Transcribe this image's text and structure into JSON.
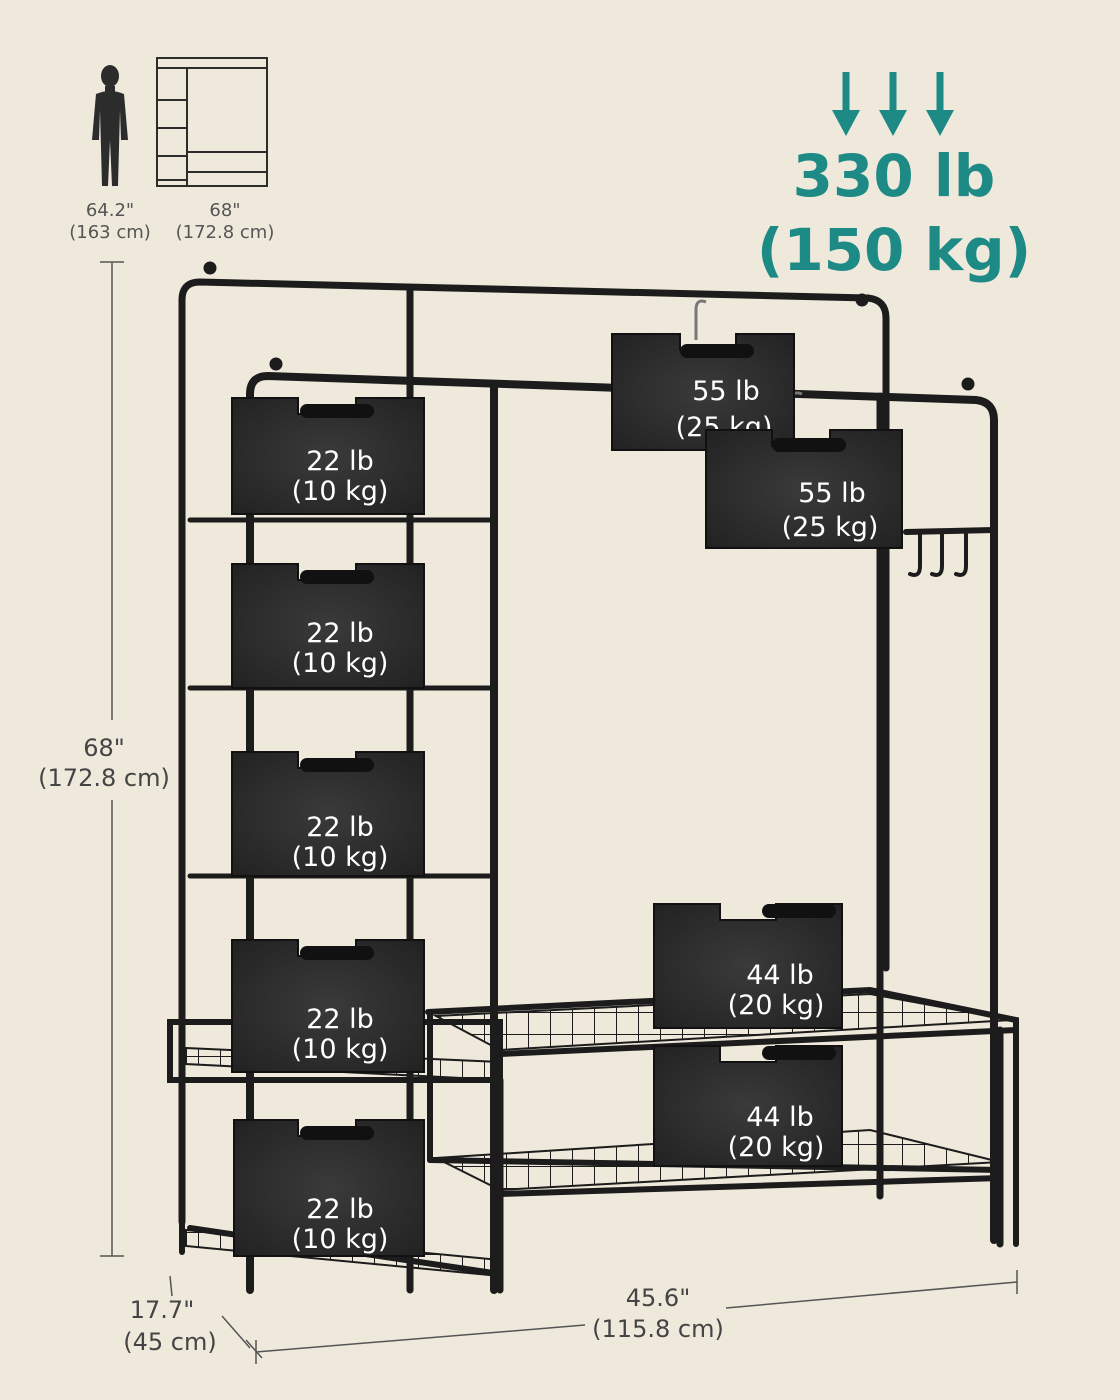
{
  "colors": {
    "background": "#efe9dc",
    "frame": "#1c1c1c",
    "accent": "#1e8a85",
    "weight_block": "#2b2b2b"
  },
  "total_load": {
    "line1": "330 lb",
    "line2": "(150 kg)",
    "icon": "down-arrows-icon"
  },
  "reference": {
    "person_height_in": "64.2\"",
    "person_height_cm": "(163 cm)",
    "rack_height_in": "68\"",
    "rack_height_cm": "(172.8 cm)",
    "person_icon": "person-silhouette-icon",
    "rack_icon": "rack-thumbnail-icon"
  },
  "dimensions": {
    "height_in": "68\"",
    "height_cm": "(172.8 cm)",
    "depth_in": "17.7\"",
    "depth_cm": "(45 cm)",
    "width_in": "45.6\"",
    "width_cm": "(115.8 cm)"
  },
  "weights": {
    "left_column": [
      {
        "lb": "22 lb",
        "kg": "(10 kg)"
      },
      {
        "lb": "22 lb",
        "kg": "(10 kg)"
      },
      {
        "lb": "22 lb",
        "kg": "(10 kg)"
      },
      {
        "lb": "22 lb",
        "kg": "(10 kg)"
      },
      {
        "lb": "22 lb",
        "kg": "(10 kg)"
      }
    ],
    "hanging": [
      {
        "lb": "55 lb",
        "kg": "(25 kg)"
      },
      {
        "lb": "55 lb",
        "kg": "(25 kg)"
      }
    ],
    "bottom_shelves": [
      {
        "lb": "44 lb",
        "kg": "(20 kg)"
      },
      {
        "lb": "44 lb",
        "kg": "(20 kg)"
      }
    ]
  }
}
